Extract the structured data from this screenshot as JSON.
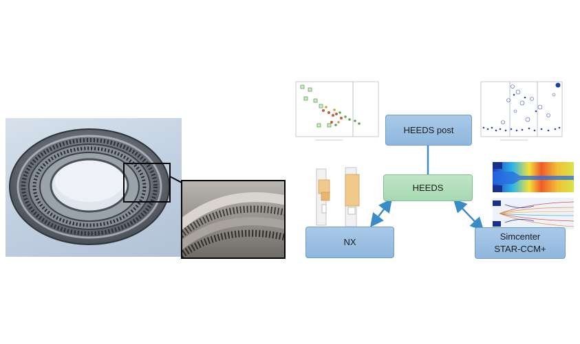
{
  "colors": {
    "node_blue": "#95bde1",
    "node_green": "#b0dcba",
    "arrow": "#3a8cc6",
    "photo_bg": "#c3d2e2",
    "zoom_frame": "#000000"
  },
  "photos": {
    "ring_photo": "ring-component-photo",
    "zoom_photo": "zoomed-slot-detail-photo",
    "nx_model": "nx-geometry-model-image",
    "cfd_field": "cfd-flow-field-image"
  },
  "nodes": {
    "heeds_post": "HEEDS post",
    "heeds": "HEEDS",
    "nx": "NX",
    "simcenter_line1": "Simcenter",
    "simcenter_line2": "STAR-CCM+"
  },
  "arrows": [
    {
      "from": "heeds",
      "to": "heeds_post",
      "style": "line"
    },
    {
      "from": "heeds",
      "to": "nx",
      "style": "double-arrow"
    },
    {
      "from": "heeds",
      "to": "simcenter",
      "style": "double-arrow"
    }
  ]
}
